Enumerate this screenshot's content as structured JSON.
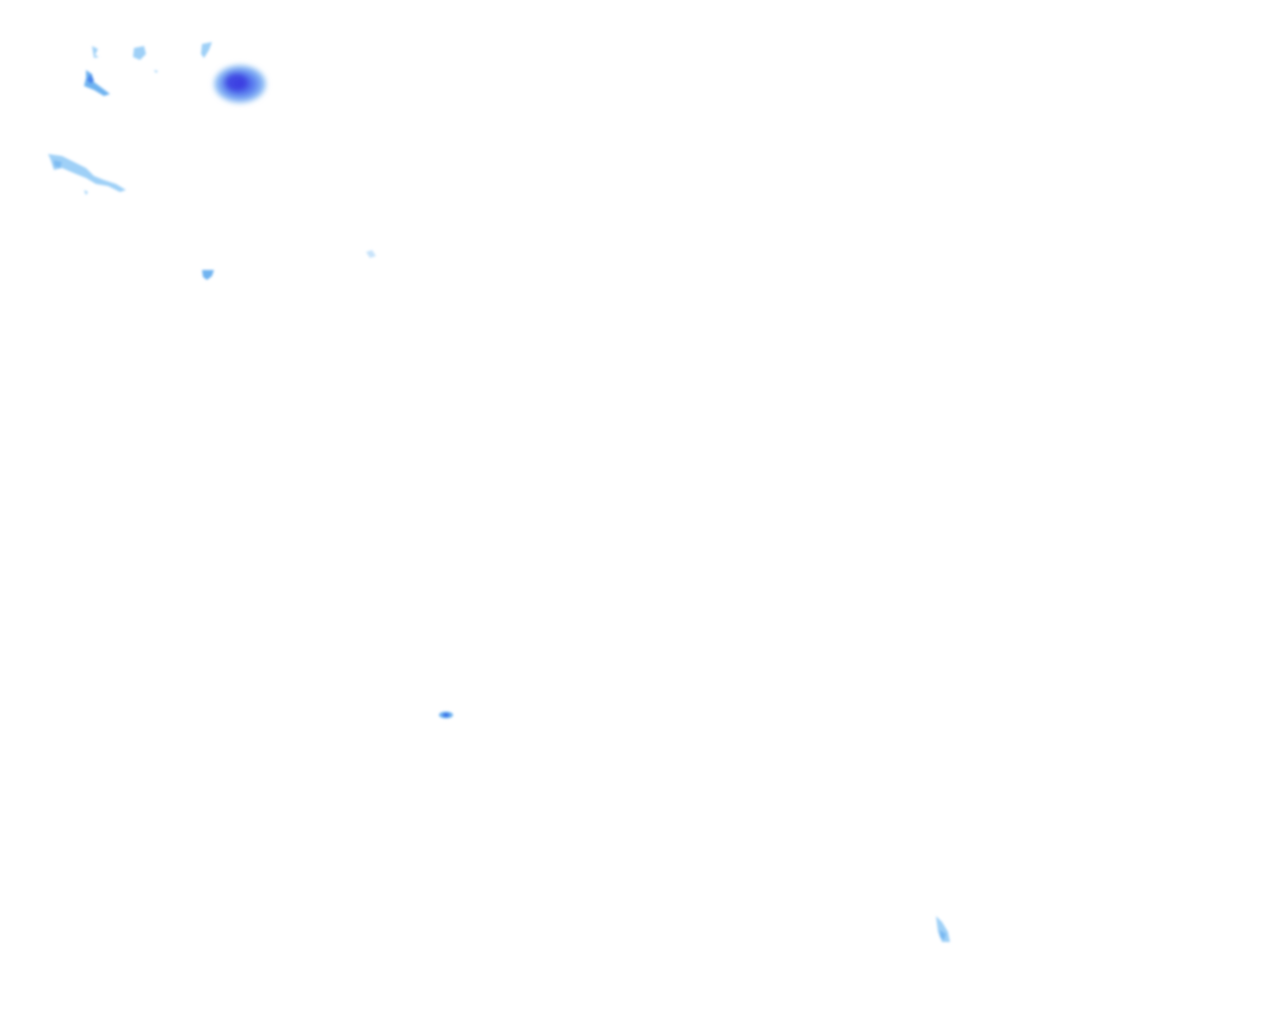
{
  "map": {
    "background_color": "#ffffff",
    "legend_colors": {
      "light": "#9fd0f7",
      "medium": "#6fb3f0",
      "strong": "#3a72e8",
      "intense": "#3a3ae0"
    },
    "precip_cells": [
      {
        "name": "precip-cell-northwest-small-1",
        "intensity": "light"
      },
      {
        "name": "precip-cell-northwest-small-2",
        "intensity": "light"
      },
      {
        "name": "precip-cell-northwest-cluster",
        "intensity": "medium"
      },
      {
        "name": "precip-cell-north-intense",
        "intensity": "intense"
      },
      {
        "name": "precip-cell-west-band",
        "intensity": "light"
      },
      {
        "name": "precip-cell-central-west-small",
        "intensity": "medium"
      },
      {
        "name": "precip-cell-central-faint",
        "intensity": "light"
      },
      {
        "name": "precip-cell-south-central-dot",
        "intensity": "strong"
      },
      {
        "name": "precip-cell-southeast-small",
        "intensity": "medium"
      }
    ]
  }
}
